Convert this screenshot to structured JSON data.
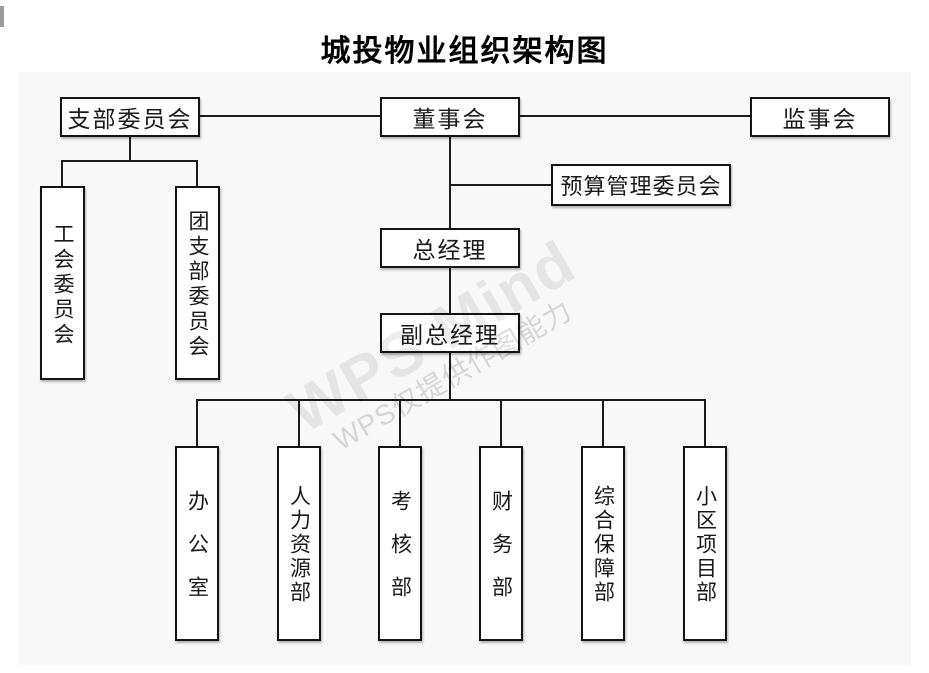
{
  "title": "城投物业组织架构图",
  "watermark": {
    "line1": "WPS Mind",
    "line2": "WPS仅提供作图能力"
  },
  "colors": {
    "canvas_bg": "#f8f8f8",
    "node_fill": "#ffffff",
    "node_border": "#141414",
    "connector": "#1c1c1c",
    "watermark_big": "rgba(0,0,0,0.075)",
    "watermark_small": "rgba(0,0,0,0.14)"
  },
  "nodes": {
    "branch_committee": "支部委员会",
    "board": "董事会",
    "supervisors": "监事会",
    "budget_committee": "预算管理委员会",
    "general_manager": "总经理",
    "deputy_general_manager": "副总经理",
    "union_committee": "工会委员会",
    "youth_league_committee": "团支部委员会",
    "office": "办公室",
    "hr_dept": "人力资源部",
    "assessment_dept": "考核部",
    "finance_dept": "财务部",
    "support_dept": "综合保障部",
    "community_project_dept": "小区项目部"
  }
}
